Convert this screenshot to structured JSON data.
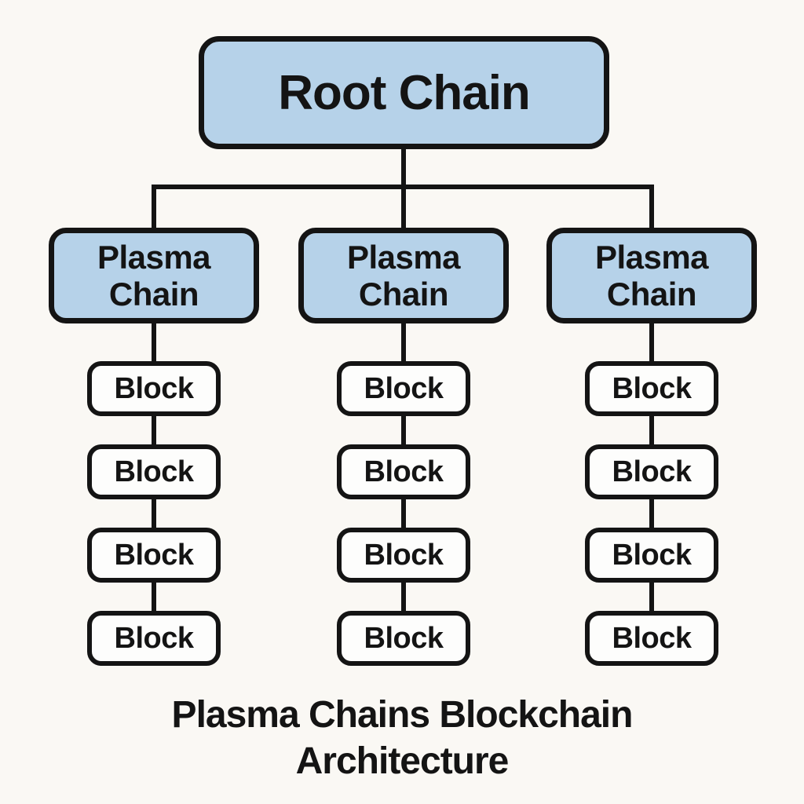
{
  "diagram": {
    "title": "Plasma Chains Blockchain Architecture",
    "root": {
      "label": "Root Chain"
    },
    "chains": [
      {
        "label": "Plasma Chain",
        "blocks": [
          "Block",
          "Block",
          "Block",
          "Block"
        ]
      },
      {
        "label": "Plasma Chain",
        "blocks": [
          "Block",
          "Block",
          "Block",
          "Block"
        ]
      },
      {
        "label": "Plasma Chain",
        "blocks": [
          "Block",
          "Block",
          "Block",
          "Block"
        ]
      }
    ]
  },
  "colors": {
    "background": "#faf8f4",
    "chain_fill": "#b6d2e9",
    "block_fill": "#fdfdfc",
    "stroke": "#141414",
    "text": "#141414"
  }
}
